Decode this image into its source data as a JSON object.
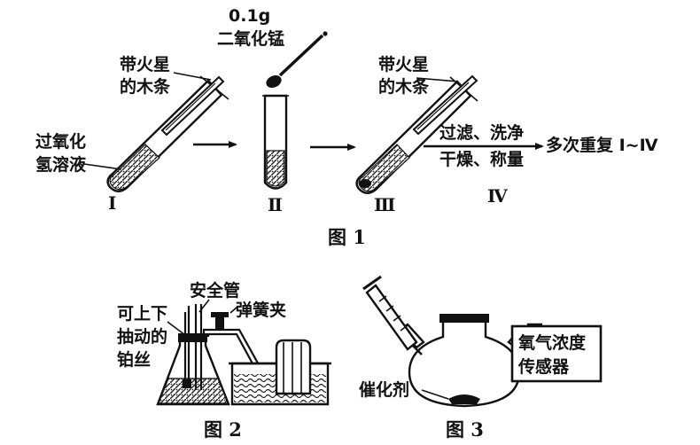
{
  "figure1": {
    "mno2_mass": "0.1g",
    "mno2_name": "二氧化锰",
    "splint_1_line1": "带火星",
    "splint_1_line2": "的木条",
    "splint_3_line1": "带火星",
    "splint_3_line2": "的木条",
    "h2o2_line1": "过氧化",
    "h2o2_line2": "氢溶液",
    "step4_line1": "过滤、洗净",
    "step4_line2": "干燥、称量",
    "repeat_text": "多次重复 Ⅰ~Ⅳ",
    "label_I": "Ⅰ",
    "label_II": "Ⅱ",
    "label_III": "Ⅲ",
    "label_IV": "Ⅳ",
    "caption": "图 1"
  },
  "figure2": {
    "safety_tube": "安全管",
    "spring_clip": "弹簧夹",
    "pt_wire_line1": "可上下",
    "pt_wire_line2": "抽动的",
    "pt_wire_line3": "铂丝",
    "caption": "图 2"
  },
  "figure3": {
    "sensor_line1": "氧气浓度",
    "sensor_line2": "传感器",
    "catalyst": "催化剂",
    "caption": "图 3"
  }
}
